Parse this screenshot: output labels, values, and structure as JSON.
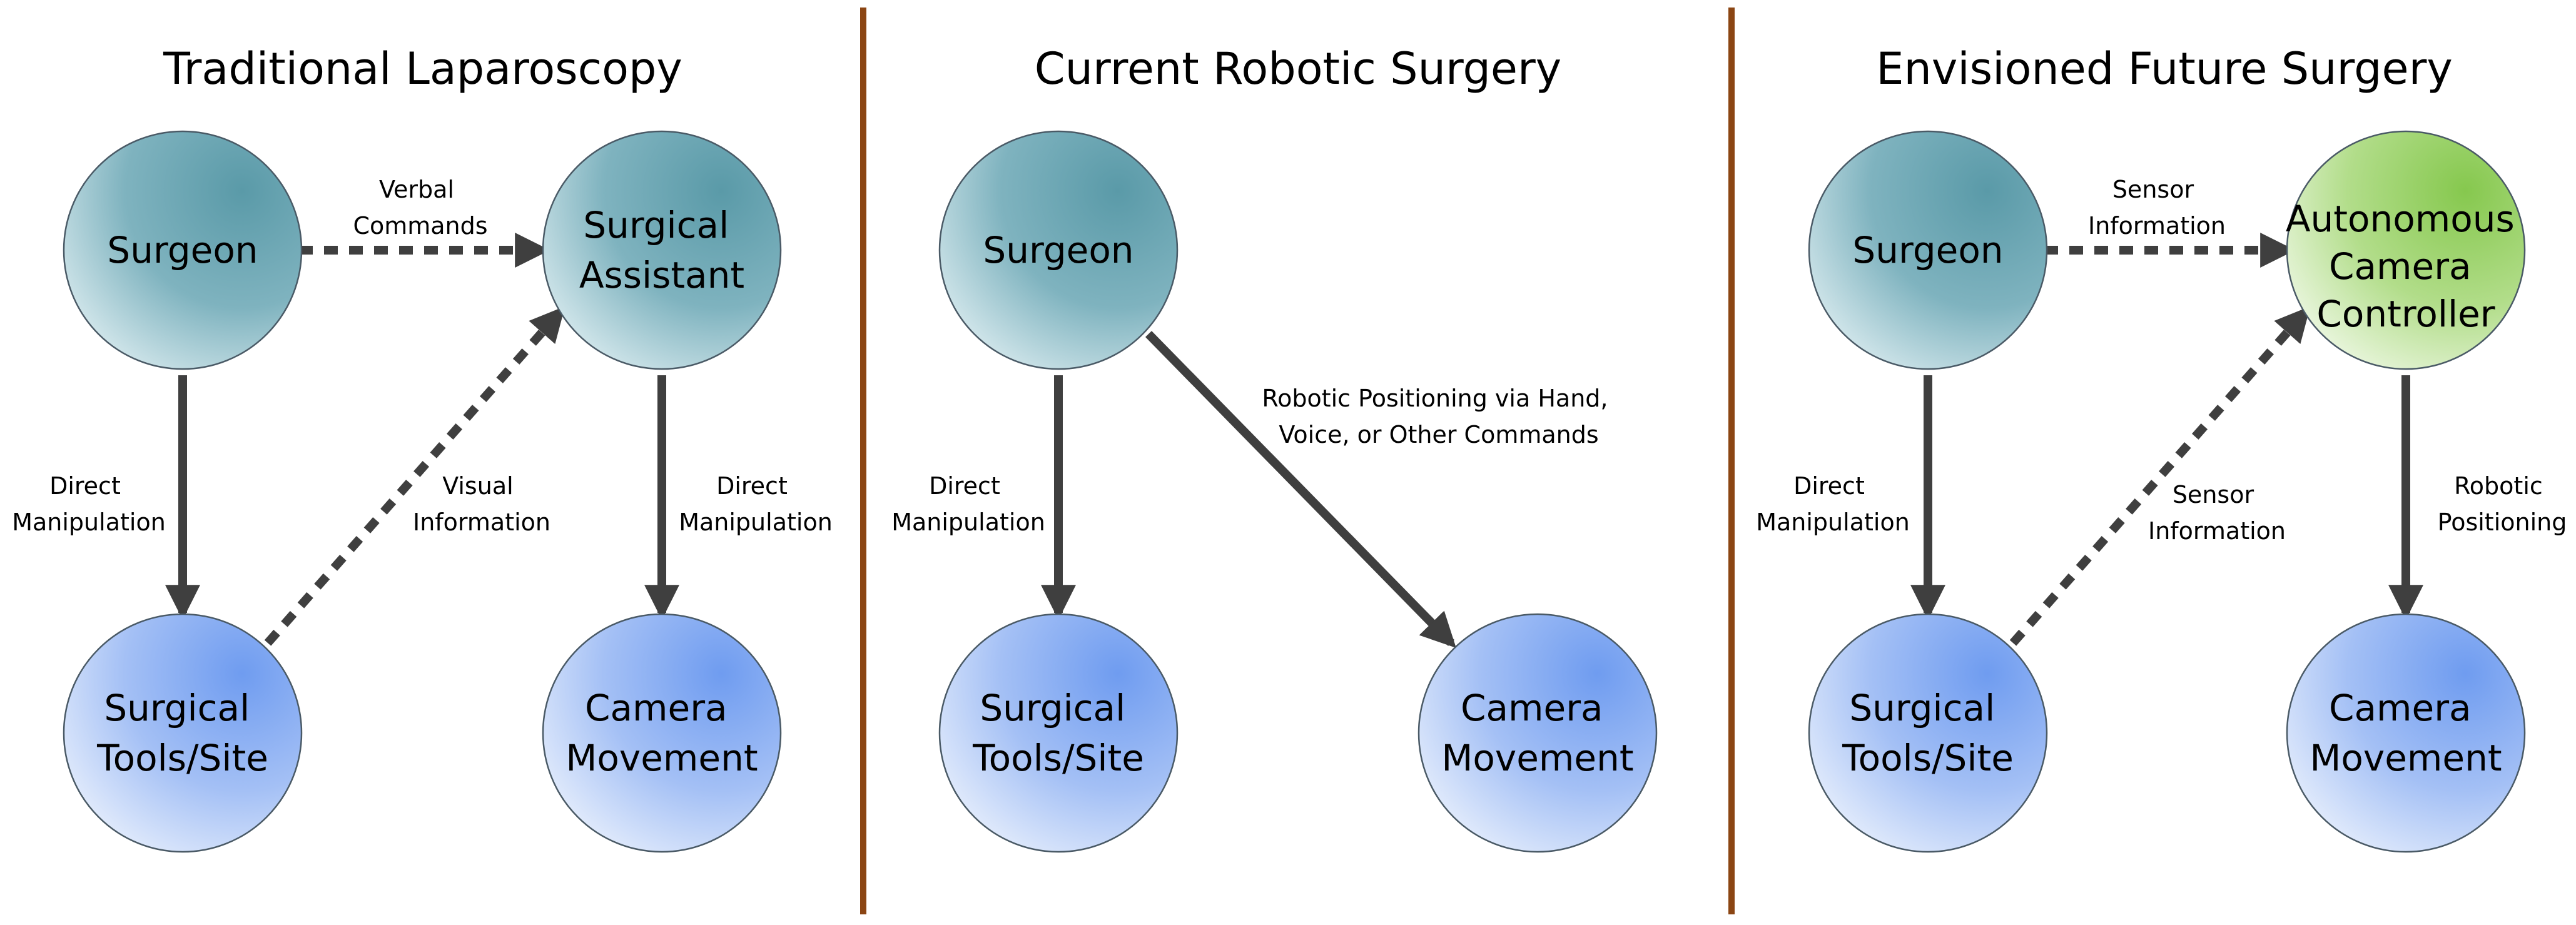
{
  "colors": {
    "teal_node": "#6aa8b4",
    "blue_node": "#8fb3f2",
    "green_node": "#9cd66c",
    "arrow": "#3f3f3f",
    "divider": "#8b4513"
  },
  "panels": [
    {
      "title": "Traditional Laparoscopy",
      "nodes": {
        "surgeon": [
          "Surgeon"
        ],
        "assistant": [
          "Surgical",
          "Assistant"
        ],
        "tools": [
          "Surgical",
          "Tools/Site"
        ],
        "camera": [
          "Camera",
          "Movement"
        ]
      },
      "edges": {
        "verbal": [
          "Verbal",
          "Commands"
        ],
        "direct_left": [
          "Direct",
          "Manipulation"
        ],
        "visual": [
          "Visual",
          "Information"
        ],
        "direct_right": [
          "Direct",
          "Manipulation"
        ]
      }
    },
    {
      "title": "Current Robotic Surgery",
      "nodes": {
        "surgeon": [
          "Surgeon"
        ],
        "tools": [
          "Surgical",
          "Tools/Site"
        ],
        "camera": [
          "Camera",
          "Movement"
        ]
      },
      "edges": {
        "direct_left": [
          "Direct",
          "Manipulation"
        ],
        "robotic": [
          "Robotic Positioning via Hand,",
          "Voice, or Other Commands"
        ]
      }
    },
    {
      "title": "Envisioned Future Surgery",
      "nodes": {
        "surgeon": [
          "Surgeon"
        ],
        "controller": [
          "Autonomous",
          "Camera",
          "Controller"
        ],
        "tools": [
          "Surgical",
          "Tools/Site"
        ],
        "camera": [
          "Camera",
          "Movement"
        ]
      },
      "edges": {
        "sensor_top": [
          "Sensor",
          "Information"
        ],
        "direct_left": [
          "Direct",
          "Manipulation"
        ],
        "sensor_diag": [
          "Sensor",
          "Information"
        ],
        "robotic_right": [
          "Robotic",
          "Positioning"
        ]
      }
    }
  ]
}
